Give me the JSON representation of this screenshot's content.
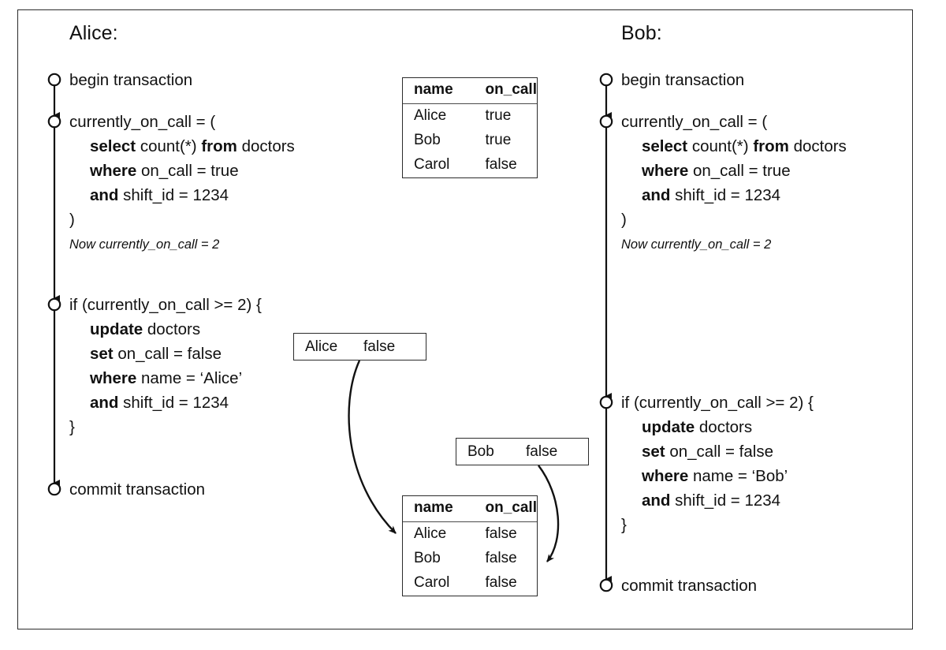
{
  "diagram": {
    "title_left": "Alice:",
    "title_right": "Bob:"
  },
  "actors": {
    "alice": {
      "label": "Alice:",
      "steps": {
        "begin": "begin transaction",
        "query": {
          "l1": "currently_on_call = (",
          "l2_kw": "select",
          "l2_rest": " count(*) ",
          "l2_kw2": "from",
          "l2_rest2": " doctors",
          "l3_kw": "where",
          "l3_rest": " on_call = true",
          "l4_kw": "and",
          "l4_rest": " shift_id = 1234",
          "l5": ")"
        },
        "note": "Now currently_on_call = 2",
        "ifblock": {
          "l1": "if (currently_on_call >= 2) {",
          "l2_kw": "update",
          "l2_rest": " doctors",
          "l3_kw": "set",
          "l3_rest": " on_call = false",
          "l4_kw": "where",
          "l4_rest": " name = ‘Alice’",
          "l5_kw": "and",
          "l5_rest": " shift_id = 1234",
          "l6": "}"
        },
        "commit": "commit transaction"
      }
    },
    "bob": {
      "label": "Bob:",
      "steps": {
        "begin": "begin transaction",
        "query": {
          "l1": "currently_on_call = (",
          "l2_kw": "select",
          "l2_rest": " count(*) ",
          "l2_kw2": "from",
          "l2_rest2": " doctors",
          "l3_kw": "where",
          "l3_rest": " on_call = true",
          "l4_kw": "and",
          "l4_rest": " shift_id = 1234",
          "l5": ")"
        },
        "note": "Now currently_on_call = 2",
        "ifblock": {
          "l1": "if (currently_on_call >= 2) {",
          "l2_kw": "update",
          "l2_rest": " doctors",
          "l3_kw": "set",
          "l3_rest": " on_call = false",
          "l4_kw": "where",
          "l4_rest": " name = ‘Bob’",
          "l5_kw": "and",
          "l5_rest": " shift_id = 1234",
          "l6": "}"
        },
        "commit": "commit transaction"
      }
    }
  },
  "tables": {
    "initial": {
      "headers": [
        "name",
        "on_call"
      ],
      "rows": [
        [
          "Alice",
          "true"
        ],
        [
          "Bob",
          "true"
        ],
        [
          "Carol",
          "false"
        ]
      ]
    },
    "final": {
      "headers": [
        "name",
        "on_call"
      ],
      "rows": [
        [
          "Alice",
          "false"
        ],
        [
          "Bob",
          "false"
        ],
        [
          "Carol",
          "false"
        ]
      ]
    }
  },
  "updates": {
    "alice_row": {
      "name": "Alice",
      "value": "false"
    },
    "bob_row": {
      "name": "Bob",
      "value": "false"
    }
  },
  "colors": {
    "stroke": "#2b2b2b",
    "text": "#111111",
    "background": "#ffffff"
  }
}
